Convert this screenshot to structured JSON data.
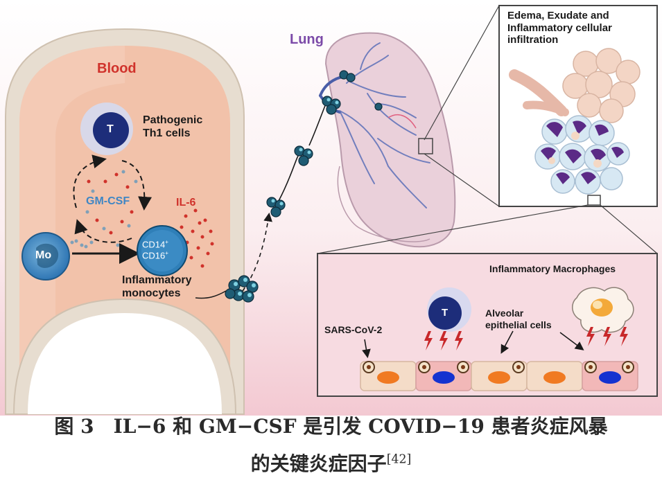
{
  "labels": {
    "blood": "Blood",
    "lung": "Lung",
    "pathogenic_line1": "Pathogenic",
    "pathogenic_line2": "Th1 cells",
    "t_cell": "T",
    "gm_csf": "GM-CSF",
    "il6": "IL-6",
    "mo": "Mo",
    "cd14": "CD14",
    "cd16": "CD16",
    "plus": "+",
    "monocytes_line1": "Inflammatory",
    "monocytes_line2": "monocytes",
    "edema_line1": "Edema, Exudate and",
    "edema_line2": "Inflammatory cellular",
    "edema_line3": "infiltration",
    "macrophages": "Inflammatory Macrophages",
    "alveolar_line1": "Alveolar",
    "alveolar_line2": "epithelial cells",
    "sars": "SARS-CoV-2",
    "t_cell_2": "T"
  },
  "caption": {
    "line1": "图 3　IL−6 和 GM−CSF 是引发 COVID−19 患者炎症风暴",
    "line2": "的关键炎症因子",
    "ref": "[42]"
  },
  "colors": {
    "vessel_fill": "#f2c2aa",
    "vessel_wall": "#e7ddd0",
    "lung_fill": "#e9c9d6",
    "vein": "#4a5ea8",
    "red_text": "#d0322b",
    "blue_text": "#3f86c4",
    "purple_text": "#7b4aa8",
    "cell_dark": "#1d2d7a",
    "bolt": "#c8282a"
  }
}
